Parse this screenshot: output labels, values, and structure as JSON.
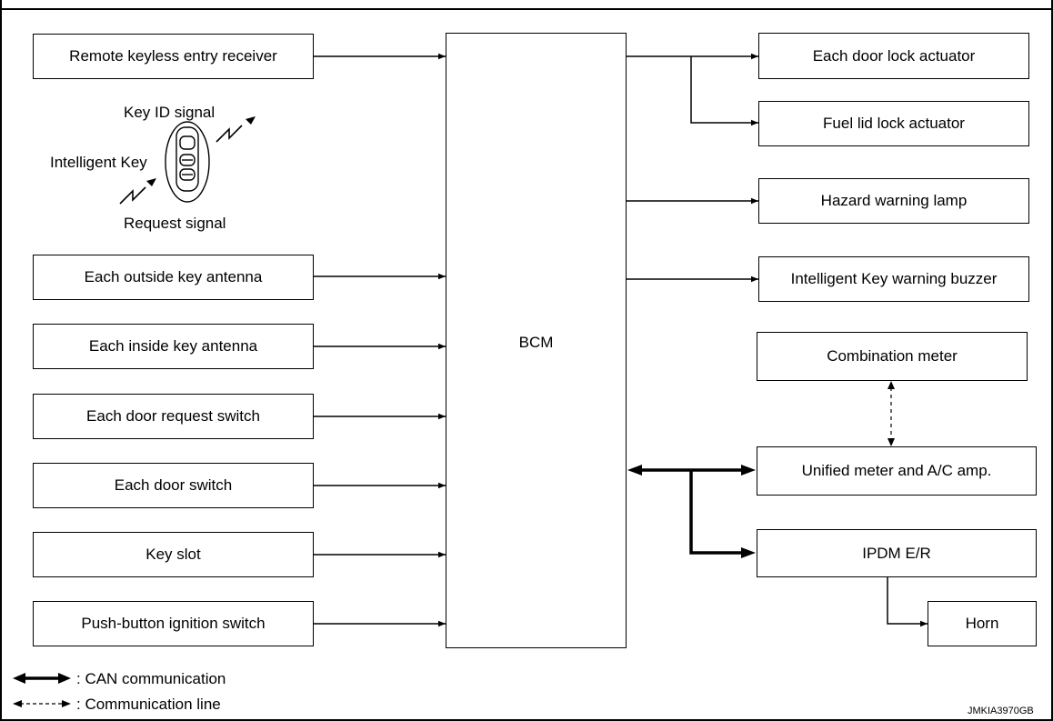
{
  "title_fragment": "System Diagram",
  "inputs": [
    "Remote keyless entry receiver",
    "Each outside key antenna",
    "Each inside key antenna",
    "Each door request switch",
    "Each door switch",
    "Key slot",
    "Push-button ignition switch"
  ],
  "intelligent_key": {
    "label": "Intelligent Key",
    "key_id_signal": "Key ID signal",
    "request_signal": "Request signal"
  },
  "bcm": {
    "label": "BCM"
  },
  "outputs": [
    "Each door lock actuator",
    "Fuel lid lock actuator",
    "Hazard warning lamp",
    "Intelligent Key warning buzzer"
  ],
  "can_nodes": {
    "combination_meter": "Combination meter",
    "unified_meter": "Unified meter and A/C amp.",
    "ipdm": "IPDM E/R",
    "horn": "Horn"
  },
  "legend": {
    "can": ": CAN communication",
    "comm_line": ": Communication line"
  },
  "figure_code": "JMKIA3970GB"
}
